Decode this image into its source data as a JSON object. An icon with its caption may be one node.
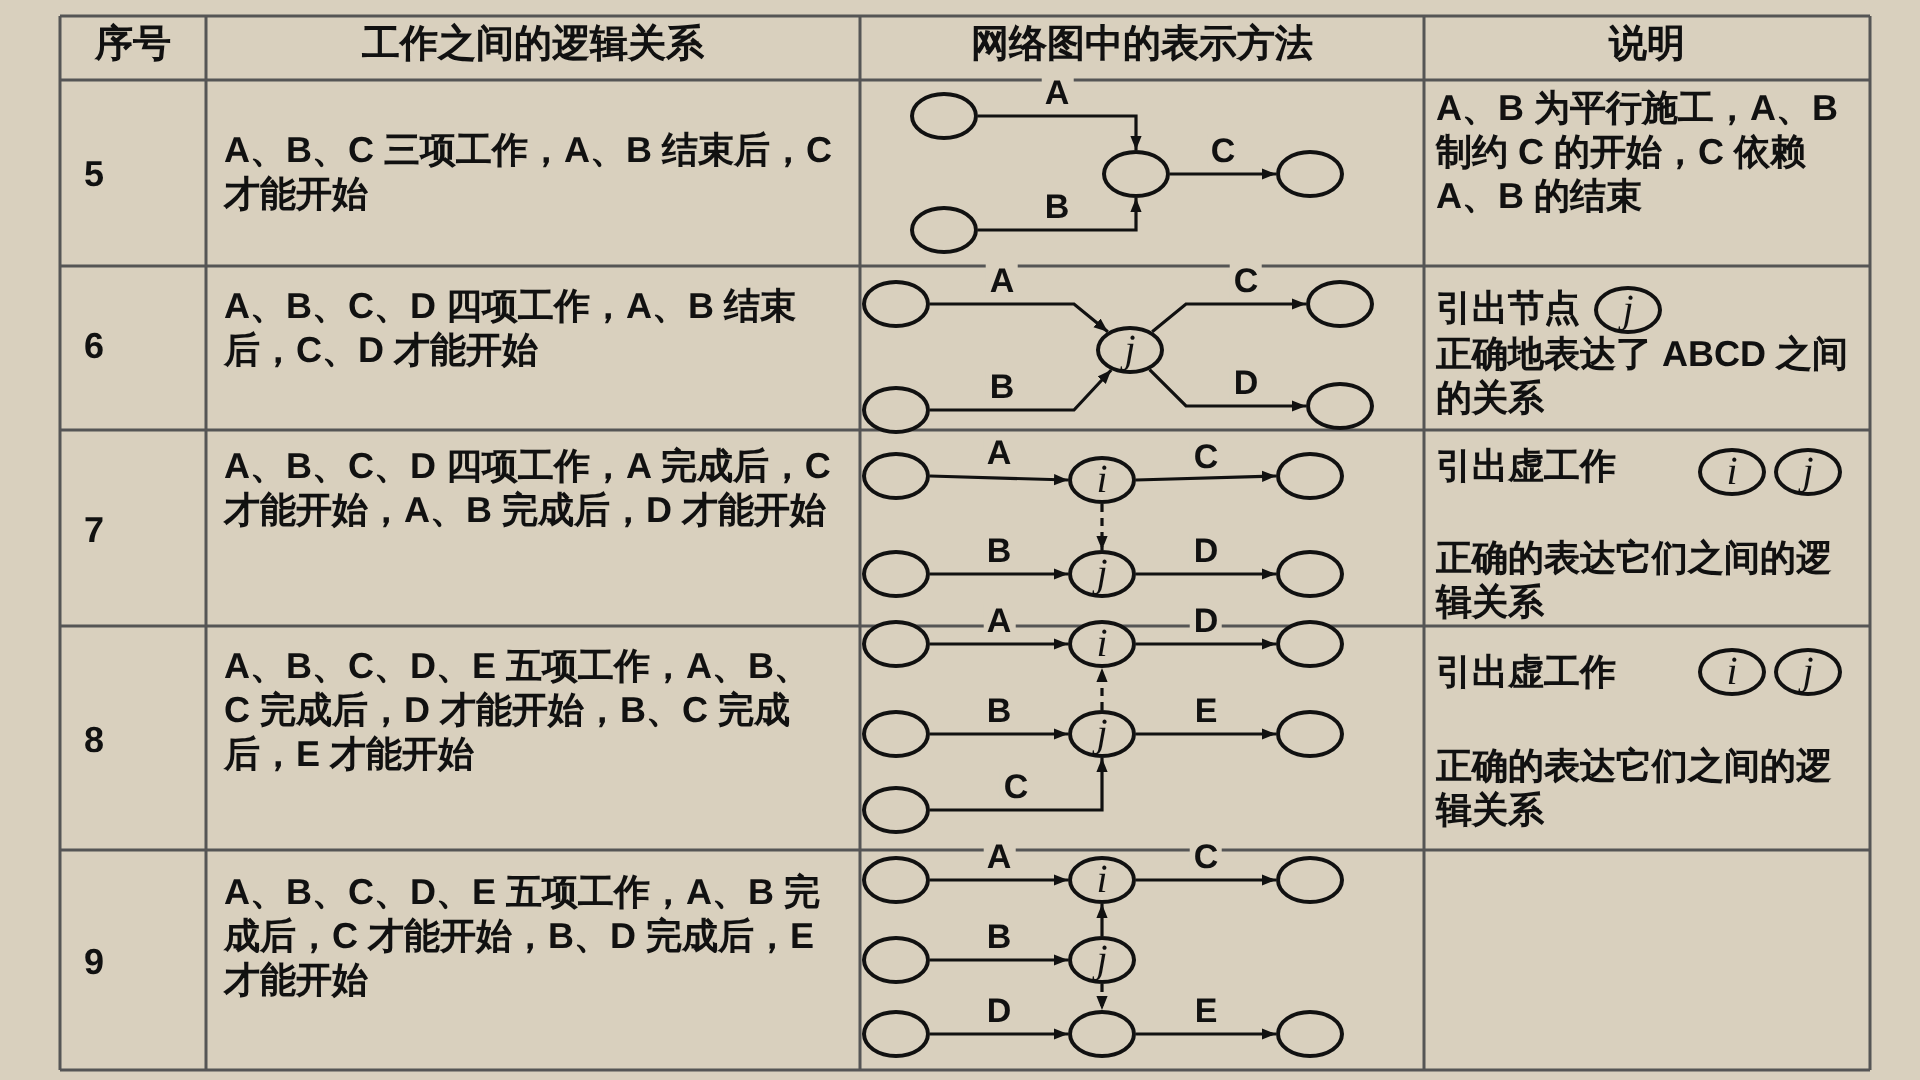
{
  "diagram": {
    "nodes": [
      {
        "text": [],
        "shape": "circle"
      },
      {
        "text": [],
        "shape": "circle"
      },
      {
        "text": [],
        "shape": "circle"
      },
      {
        "text": [],
        "shape": "circle"
      },
      {
        "text": [],
        "shape": "circle"
      },
      {
        "text": [],
        "shape": "circle"
      },
      {
        "text": [
          "j"
        ]
      },
      {
        "text": [],
        "shape": "circle"
      },
      {
        "text": [],
        "shape": "circle"
      },
      {
        "text": [
          "j"
        ]
      },
      {
        "text": [],
        "shape": "circle"
      },
      {
        "text": [
          "i"
        ]
      },
      {
        "text": [],
        "shape": "circle"
      },
      {
        "text": [],
        "shape": "circle"
      },
      {
        "text": [
          "j"
        ]
      },
      {
        "text": [],
        "shape": "circle"
      },
      {
        "text": [
          "i"
        ]
      },
      {
        "text": [
          "j"
        ]
      },
      {
        "text": [],
        "shape": "circle"
      },
      {
        "text": [
          "i"
        ]
      },
      {
        "text": [],
        "shape": "circle"
      },
      {
        "text": [],
        "shape": "circle"
      },
      {
        "text": [
          "j"
        ]
      },
      {
        "text": [],
        "shape": "circle"
      },
      {
        "text": [],
        "shape": "circle"
      },
      {
        "text": [
          "i"
        ]
      },
      {
        "text": [
          "j"
        ]
      },
      {
        "text": [],
        "shape": "circle"
      },
      {
        "text": [
          "i"
        ]
      },
      {
        "text": [],
        "shape": "circle"
      },
      {
        "text": [],
        "shape": "circle"
      },
      {
        "text": [
          "j"
        ]
      },
      {
        "text": [],
        "shape": "circle"
      },
      {
        "text": [],
        "shape": "circle"
      },
      {
        "text": [],
        "shape": "circle"
      }
    ],
    "edges": [
      {
        "from": 0,
        "to": 2,
        "arrow": "to",
        "label": "A"
      },
      {
        "from": 1,
        "to": 2,
        "arrow": "to",
        "label": "B"
      },
      {
        "from": 2,
        "to": 3,
        "arrow": "to",
        "label": "C"
      },
      {
        "from": 4,
        "to": 6,
        "arrow": "to",
        "label": "A"
      },
      {
        "from": 5,
        "to": 6,
        "arrow": "to",
        "label": "B"
      },
      {
        "from": 6,
        "to": 7,
        "arrow": "to",
        "label": "C"
      },
      {
        "from": 6,
        "to": 8,
        "arrow": "to",
        "label": "D"
      },
      {
        "from": 10,
        "to": 11,
        "arrow": "to",
        "label": "A"
      },
      {
        "from": 11,
        "to": 12,
        "arrow": "to",
        "label": "C"
      },
      {
        "from": 11,
        "to": 14,
        "arrow": "to",
        "style": "dashed"
      },
      {
        "from": 13,
        "to": 14,
        "arrow": "to",
        "label": "B"
      },
      {
        "from": 14,
        "to": 15,
        "arrow": "to",
        "label": "D"
      },
      {
        "from": 18,
        "to": 19,
        "arrow": "to",
        "label": "A"
      },
      {
        "from": 19,
        "to": 20,
        "arrow": "to",
        "label": "D"
      },
      {
        "from": 22,
        "to": 19,
        "arrow": "to",
        "style": "dashed"
      },
      {
        "from": 21,
        "to": 22,
        "arrow": "to",
        "label": "B"
      },
      {
        "from": 22,
        "to": 23,
        "arrow": "to",
        "label": "E"
      },
      {
        "from": 24,
        "to": 22,
        "arrow": "to",
        "label": "C"
      },
      {
        "from": 27,
        "to": 28,
        "arrow": "to",
        "label": "A"
      },
      {
        "from": 28,
        "to": 29,
        "arrow": "to",
        "label": "C"
      },
      {
        "from": 31,
        "to": 28,
        "arrow": "to"
      },
      {
        "from": 30,
        "to": 31,
        "arrow": "to",
        "label": "B"
      },
      {
        "from": 31,
        "to": 33,
        "arrow": "to",
        "style": "dashed"
      },
      {
        "from": 32,
        "to": 33,
        "arrow": "to",
        "label": "D"
      },
      {
        "from": 33,
        "to": 34,
        "arrow": "to",
        "label": "E"
      }
    ],
    "labels": [
      "序号",
      "工作之间的逻辑关系",
      "网络图中的表示方法",
      "说明",
      "5",
      "A、B、C 三项工作，A、B 结束后，C 才能开始",
      "A、B 为平行施工，A、B 制约 C 的开始，C 依赖 A、B 的结束",
      "6",
      "A、B、C、D 四项工作，A、B 结束后，C、D 才能开始",
      "引出节点",
      "正确地表达了 ABCD 之间的关系",
      "7",
      "A、B、C、D 四项工作，A 完成后，C 才能开始，A、B 完成后，D 才能开始",
      "引出虚工作",
      "正确的表达它们之间的逻辑关系",
      "8",
      "A、B、C、D、E 五项工作，A、B、C 完成后，D 才能开始，B、C 完成后，E 才能开始",
      "引出虚工作",
      "正确的表达它们之间的逻辑关系",
      "9",
      "A、B、C、D、E 五项工作，A、B 完成后，C 才能开始，B、D 完成后，E 才能开始"
    ]
  }
}
